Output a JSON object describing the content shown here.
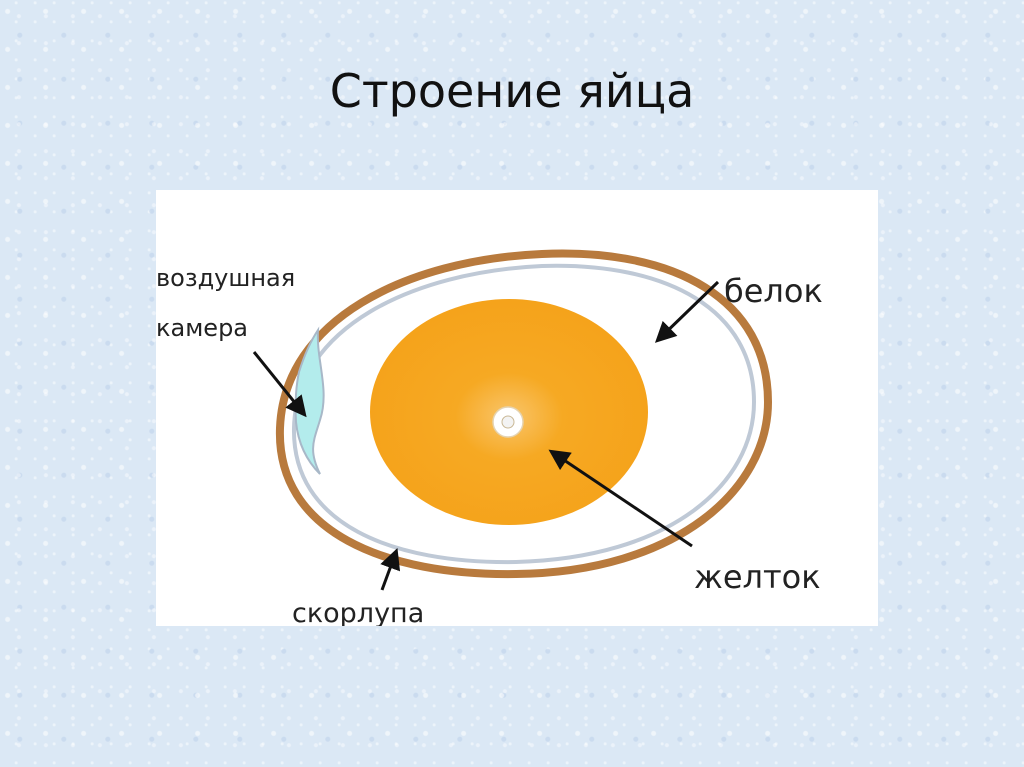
{
  "title": "Строение яйца",
  "labels": {
    "air_cell": [
      "воздушная",
      "камера"
    ],
    "albumen": "белок",
    "yolk": "желток",
    "shell": "скорлупа"
  },
  "colors": {
    "shell": "#b87a3d",
    "membrane": "#bfc9d6",
    "albumen": "#ffffff",
    "yolk": "#f5a21a",
    "air_cell": "#b3ecec",
    "background": "#dbe8f5"
  }
}
